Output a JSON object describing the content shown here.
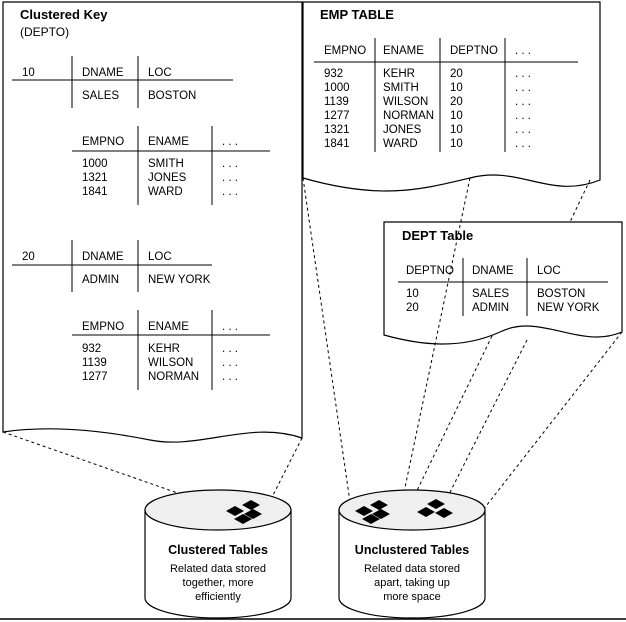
{
  "clustered_page": {
    "title": "Clustered Key",
    "subtitle": "(DEPTO)",
    "groups": [
      {
        "key": "10",
        "dept_headers": [
          "DNAME",
          "LOC"
        ],
        "dept_values": [
          "SALES",
          "BOSTON"
        ],
        "emp_headers": [
          "EMPNO",
          "ENAME",
          ". . ."
        ],
        "empno": [
          "1000",
          "1321",
          "1841"
        ],
        "ename": [
          "SMITH",
          "JONES",
          "WARD"
        ],
        "more": [
          ". . .",
          ". . .",
          ". . ."
        ]
      },
      {
        "key": "20",
        "dept_headers": [
          "DNAME",
          "LOC"
        ],
        "dept_values": [
          "ADMIN",
          "NEW YORK"
        ],
        "emp_headers": [
          "EMPNO",
          "ENAME",
          ". . ."
        ],
        "empno": [
          "932",
          "1139",
          "1277"
        ],
        "ename": [
          "KEHR",
          "WILSON",
          "NORMAN"
        ],
        "more": [
          ". . .",
          ". . .",
          ". . ."
        ]
      }
    ]
  },
  "emp_table": {
    "title": "EMP TABLE",
    "headers": [
      "EMPNO",
      "ENAME",
      "DEPTNO",
      ". . ."
    ],
    "empno": [
      "932",
      "1000",
      "1139",
      "1277",
      "1321",
      "1841"
    ],
    "ename": [
      "KEHR",
      "SMITH",
      "WILSON",
      "NORMAN",
      "JONES",
      "WARD"
    ],
    "deptno": [
      "20",
      "10",
      "20",
      "10",
      "10",
      "10"
    ],
    "more": [
      ". . .",
      ". . .",
      ". . .",
      ". . .",
      ". . .",
      ". . ."
    ]
  },
  "dept_table": {
    "title": "DEPT Table",
    "headers": [
      "DEPTNO",
      "DNAME",
      "LOC"
    ],
    "deptno": [
      "10",
      "20"
    ],
    "dname": [
      "SALES",
      "ADMIN"
    ],
    "loc": [
      "BOSTON",
      "NEW YORK"
    ]
  },
  "clustered_disk": {
    "title": "Clustered Tables",
    "desc": [
      "Related data stored",
      "together, more",
      "efficiently"
    ]
  },
  "unclustered_disk": {
    "title": "Unclustered Tables",
    "desc": [
      "Related data stored",
      "apart, taking up",
      "more space"
    ]
  }
}
